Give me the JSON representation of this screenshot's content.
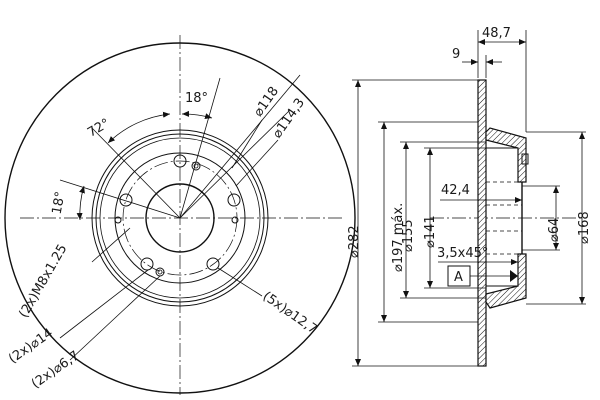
{
  "front_view": {
    "labels": {
      "angle_72": "72°",
      "angle_18_top": "18°",
      "angle_18_left": "18°",
      "dia_118": "⌀118",
      "dia_114_3": "⌀114,3",
      "thread": "(2x)M8x1.25",
      "holes_14": "(2x)⌀14",
      "holes_6_7": "(2x)⌀6,7",
      "holes_12_7": "(5x)⌀12,7"
    }
  },
  "section_view": {
    "labels": {
      "dim_48_7": "48,7",
      "dim_9": "9",
      "dim_282": "⌀282",
      "dim_197": "⌀197 máx.",
      "dim_155": "⌀155",
      "dim_141": "⌀141",
      "dim_42_4": "42,4",
      "dim_64": "⌀64",
      "dim_168": "⌀168",
      "chamfer": "3,5x45°",
      "datum": "A"
    }
  }
}
